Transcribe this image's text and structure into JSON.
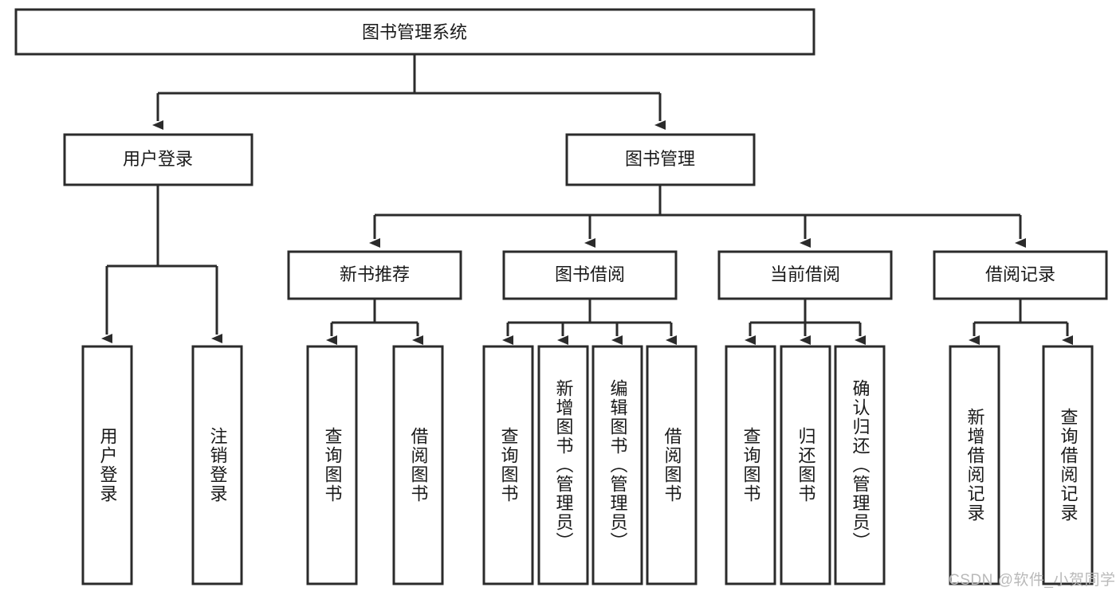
{
  "diagram": {
    "type": "tree",
    "title": "图书管理系统",
    "watermark": "CSDN @软件_小贺同学",
    "root": {
      "label": "图书管理系统",
      "level": 0
    },
    "level1": [
      {
        "label": "用户登录"
      },
      {
        "label": "图书管理"
      }
    ],
    "level2": [
      {
        "label": "新书推荐",
        "parent": "图书管理"
      },
      {
        "label": "图书借阅",
        "parent": "图书管理"
      },
      {
        "label": "当前借阅",
        "parent": "图书管理"
      },
      {
        "label": "借阅记录",
        "parent": "图书管理"
      }
    ],
    "leaves": {
      "user_login": [
        {
          "label": "用户登录"
        },
        {
          "label": "注销登录"
        }
      ],
      "new_book_recommend": [
        {
          "label": "查询图书"
        },
        {
          "label": "借阅图书"
        }
      ],
      "book_borrow": [
        {
          "label": "查询图书"
        },
        {
          "label": "新增图书（管理员）"
        },
        {
          "label": "编辑图书（管理员）"
        },
        {
          "label": "借阅图书"
        }
      ],
      "current_borrow": [
        {
          "label": "查询图书"
        },
        {
          "label": "归还图书"
        },
        {
          "label": "确认归还（管理员）"
        }
      ],
      "borrow_record": [
        {
          "label": "新增借阅记录"
        },
        {
          "label": "查询借阅记录"
        }
      ]
    }
  },
  "colors": {
    "stroke": "#2b2b2b",
    "fill": "#ffffff",
    "text": "#1a1a1a",
    "watermark": "#b9b9b9"
  }
}
